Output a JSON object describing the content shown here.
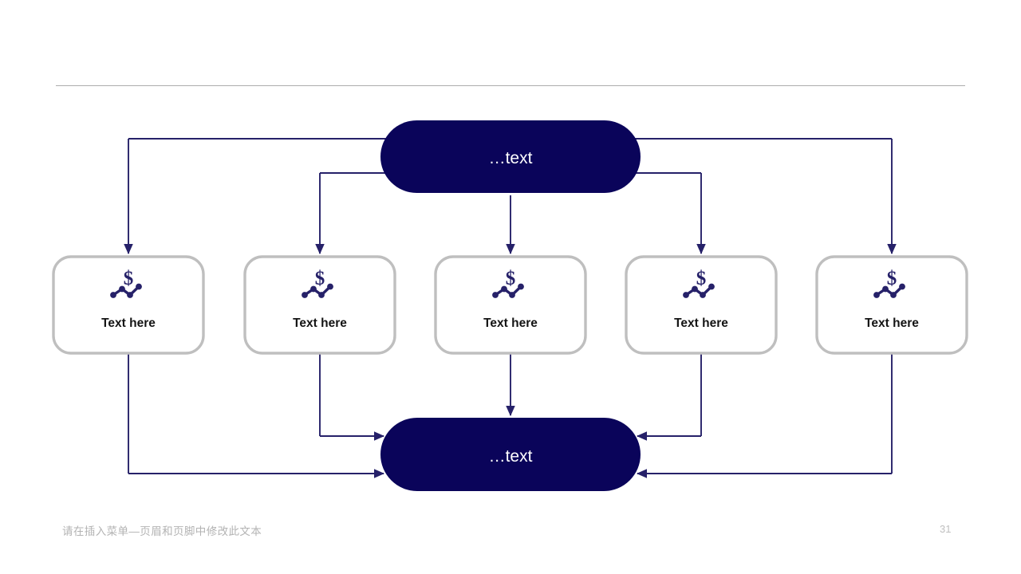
{
  "slide": {
    "page_number": "31",
    "footer_text": "请在插入菜单—页眉和页脚中修改此文本",
    "background_color": "#ffffff",
    "divider_color": "#adadad"
  },
  "colors": {
    "navy": "#0a045a",
    "connector": "#262169",
    "node_border": "#bfbfbf",
    "node_fill": "#ffffff",
    "node_text": "#141414",
    "pill_text": "#ffffff",
    "footer_text": "#b3b3b3"
  },
  "diagram": {
    "type": "hub-and-spoke-flow",
    "top_node": {
      "label": "…text"
    },
    "bottom_node": {
      "label": "…text"
    },
    "nodes": [
      {
        "id": "node-1",
        "label": "Text here",
        "icon": "dollar-trend-icon"
      },
      {
        "id": "node-2",
        "label": "Text here",
        "icon": "dollar-trend-icon"
      },
      {
        "id": "node-3",
        "label": "Text here",
        "icon": "dollar-trend-icon"
      },
      {
        "id": "node-4",
        "label": "Text here",
        "icon": "dollar-trend-icon"
      },
      {
        "id": "node-5",
        "label": "Text here",
        "icon": "dollar-trend-icon"
      }
    ]
  }
}
